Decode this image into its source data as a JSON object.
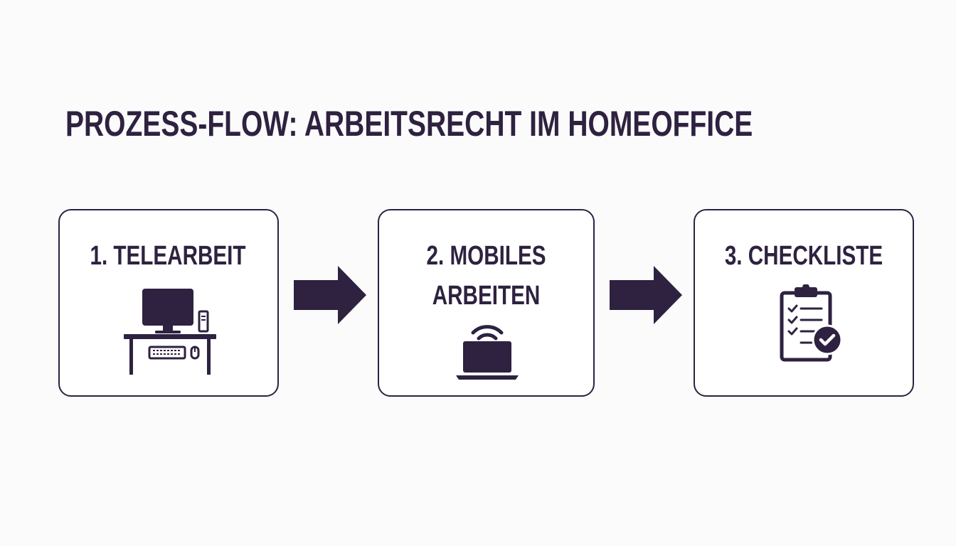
{
  "diagram": {
    "title": "PROZESS-FLOW: ARBEITSRECHT IM HOMEOFFICE",
    "steps": [
      {
        "label": "1. TELEARBEIT",
        "icon": "desktop-workstation-icon"
      },
      {
        "label": "2. MOBILES\nARBEITEN",
        "icon": "wireless-laptop-icon"
      },
      {
        "label": "3. CHECKLISTE",
        "icon": "clipboard-checklist-icon"
      }
    ],
    "connectors": [
      "arrow-right",
      "arrow-right"
    ]
  },
  "colors": {
    "ink": "#2e2240",
    "background": "#fbfbfc",
    "box": "#ffffff"
  }
}
